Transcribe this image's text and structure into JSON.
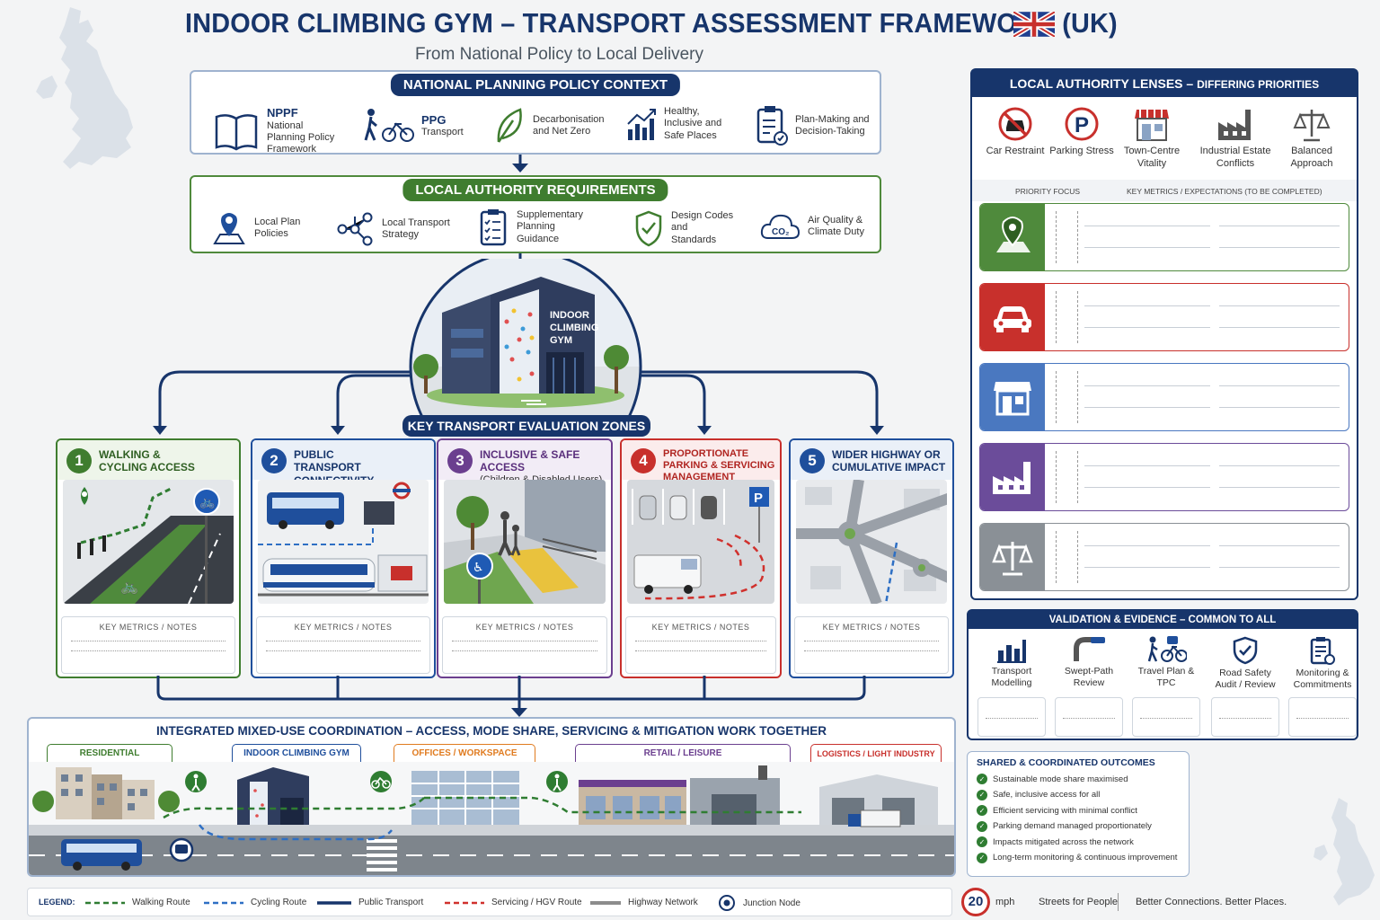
{
  "header": {
    "title": "INDOOR CLIMBING GYM – TRANSPORT ASSESSMENT FRAMEWORK (UK)",
    "subtitle": "From National Policy to Local Delivery"
  },
  "national": {
    "heading": "NATIONAL PLANNING POLICY CONTEXT",
    "items": [
      {
        "title": "NPPF",
        "text": "National Planning Policy Framework",
        "icon": "book-icon"
      },
      {
        "title": "PPG",
        "text": "Transport",
        "icon": "walk-cycle-icon"
      },
      {
        "title": "",
        "text": "Decarbonisation and Net Zero",
        "icon": "leaf-icon"
      },
      {
        "title": "",
        "text": "Healthy, Inclusive and Safe Places",
        "icon": "growth-chart-icon"
      },
      {
        "title": "",
        "text": "Plan-Making and Decision-Taking",
        "icon": "clipboard-icon"
      }
    ]
  },
  "local": {
    "heading": "LOCAL AUTHORITY REQUIREMENTS",
    "items": [
      {
        "text": "Local Plan Policies",
        "icon": "map-pin-icon"
      },
      {
        "text": "Local Transport Strategy",
        "icon": "network-icon"
      },
      {
        "text": "Supplementary Planning Guidance",
        "icon": "checklist-icon"
      },
      {
        "text": "Design Codes and Standards",
        "icon": "shield-check-icon"
      },
      {
        "text": "Air Quality & Climate Duty",
        "icon": "co2-cloud-icon"
      }
    ]
  },
  "hub": {
    "building_sign": [
      "INDOOR",
      "CLIMBING",
      "GYM"
    ],
    "zones_heading": "KEY TRANSPORT EVALUATION ZONES"
  },
  "zones": [
    {
      "num": "1",
      "title": "WALKING & CYCLING ACCESS",
      "sub": "",
      "color": "#3f7d2f",
      "notes": "KEY METRICS  /  NOTES"
    },
    {
      "num": "2",
      "title": "PUBLIC TRANSPORT CONNECTIVITY",
      "sub": "",
      "color": "#1f4f9c",
      "notes": "KEY METRICS  /  NOTES"
    },
    {
      "num": "3",
      "title": "INCLUSIVE & SAFE ACCESS",
      "sub": "(Children & Disabled Users)",
      "color": "#6b3f8f",
      "notes": "KEY METRICS  /  NOTES"
    },
    {
      "num": "4",
      "title": "PROPORTIONATE PARKING & SERVICING MANAGEMENT",
      "sub": "",
      "color": "#c8302c",
      "notes": "KEY METRICS  /  NOTES"
    },
    {
      "num": "5",
      "title": "WIDER HIGHWAY OR CUMULATIVE IMPACT",
      "sub": "",
      "color": "#1f4f9c",
      "notes": "KEY METRICS  /  NOTES"
    }
  ],
  "lenses": {
    "heading": "LOCAL AUTHORITY LENSES",
    "heading_sub": "DIFFERING PRIORITIES",
    "icons": [
      {
        "label": "Car Restraint",
        "icon": "no-car-icon"
      },
      {
        "label": "Parking Stress",
        "icon": "parking-icon"
      },
      {
        "label": "Town-Centre Vitality",
        "icon": "shopfront-icon"
      },
      {
        "label": "Industrial Estate Conflicts",
        "icon": "factory-icon"
      },
      {
        "label": "Balanced Approach",
        "icon": "scales-icon"
      }
    ],
    "col_priority": "PRIORITY FOCUS",
    "col_metrics": "KEY METRICS / EXPECTATIONS  (TO BE COMPLETED)",
    "rows": [
      {
        "icon": "map-pin-icon",
        "color": "#4f8a3c"
      },
      {
        "icon": "car-icon",
        "color": "#c8302c"
      },
      {
        "icon": "shopfront-icon",
        "color": "#4a78c0"
      },
      {
        "icon": "factory-icon",
        "color": "#6b4c9a"
      },
      {
        "icon": "scales-icon",
        "color": "#8a9096"
      }
    ]
  },
  "validation": {
    "heading": "VALIDATION &  EVIDENCE – COMMON TO ALL",
    "items": [
      {
        "label": "Transport Modelling",
        "icon": "bar-chart-icon"
      },
      {
        "label": "Swept-Path Review",
        "icon": "swept-path-icon"
      },
      {
        "label": "Travel Plan & TPC",
        "icon": "walk-cycle-icon"
      },
      {
        "label": "Road Safety Audit / Review",
        "icon": "shield-check-icon"
      },
      {
        "label": "Monitoring & Commitments",
        "icon": "clipboard-icon"
      }
    ]
  },
  "outcomes": {
    "heading": "SHARED & COORDINATED  OUTCOMES",
    "items": [
      "Sustainable mode share maximised",
      "Safe, inclusive access for all",
      "Efficient servicing with minimal conflict",
      "Parking demand managed proportionately",
      "Impacts mitigated across the network",
      "Long-term monitoring & continuous improvement"
    ]
  },
  "integrated": {
    "heading": "INTEGRATED MIXED-USE COORDINATION – ACCESS, MODE SHARE, SERVICING & MITIGATION WORK TOGETHER",
    "uses": [
      {
        "label": "RESIDENTIAL",
        "color": "#3f7d2f"
      },
      {
        "label": "INDOOR CLIMBING GYM",
        "color": "#1f4f9c"
      },
      {
        "label": "OFFICES / WORKSPACE",
        "color": "#e07b1f"
      },
      {
        "label": "RETAIL / LEISURE",
        "color": "#6b3f8f"
      },
      {
        "label": "LOGISTICS / LIGHT INDUSTRY",
        "color": "#c8302c"
      }
    ]
  },
  "legend": {
    "title": "LEGEND:",
    "items": [
      {
        "label": "Walking Route",
        "color": "#2f7d32"
      },
      {
        "label": "Cycling Route",
        "color": "#2e6fc4"
      },
      {
        "label": "Public Transport",
        "color": "#17356b"
      },
      {
        "label": "Servicing / HGV Route",
        "color": "#d0312d"
      },
      {
        "label": "Highway Network",
        "color": "#8c8c8c"
      },
      {
        "label": "Junction Node",
        "color": "#17356b"
      }
    ]
  },
  "footer": {
    "speed": "20",
    "speed_unit": "mph",
    "streets": "Streets for People",
    "tagline": "Better Connections.  Better Places."
  }
}
